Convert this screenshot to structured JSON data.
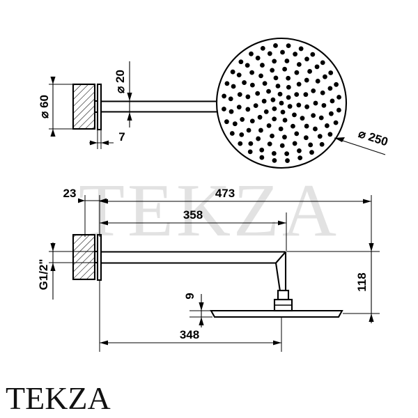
{
  "drawing": {
    "title": "Shower arm and round rain shower head technical drawing",
    "brand_watermark": "TEKZA",
    "brand_logo": "TEKZA",
    "line_color": "#000000",
    "watermark_color": "#e2e2e2",
    "background": "#ffffff"
  },
  "views": {
    "top": {
      "name": "top-view",
      "description": "Plan view: wall flange, straight arm, round shower head"
    },
    "side": {
      "name": "side-view",
      "description": "Elevation view: wall flange, arm with elbow, ball joint, flat disc head"
    }
  },
  "dimensions": {
    "top_view": [
      {
        "id": "dia60",
        "label": "60",
        "prefix": "⌀",
        "text": "⌀ 60",
        "orientation": "vertical",
        "measures": "wall flange diameter"
      },
      {
        "id": "dia20",
        "label": "20",
        "prefix": "⌀",
        "text": "⌀ 20",
        "orientation": "vertical",
        "measures": "arm tube diameter"
      },
      {
        "id": "len7",
        "label": "7",
        "prefix": "",
        "text": "7",
        "orientation": "horizontal",
        "measures": "escutcheon plate thickness"
      },
      {
        "id": "dia250",
        "label": "250",
        "prefix": "⌀",
        "text": "⌀ 250",
        "orientation": "leader",
        "measures": "shower head diameter"
      }
    ],
    "side_view": [
      {
        "id": "len23",
        "label": "23",
        "prefix": "",
        "text": "23",
        "orientation": "horizontal",
        "measures": "wall flange projection"
      },
      {
        "id": "len473",
        "label": "473",
        "prefix": "",
        "text": "473",
        "orientation": "horizontal",
        "measures": "overall length from wall"
      },
      {
        "id": "len358",
        "label": "358",
        "prefix": "",
        "text": "358",
        "orientation": "horizontal",
        "measures": "length to elbow"
      },
      {
        "id": "len348",
        "label": "348",
        "prefix": "",
        "text": "348",
        "orientation": "horizontal",
        "measures": "length to head centre"
      },
      {
        "id": "len118",
        "label": "118",
        "prefix": "",
        "text": "118",
        "orientation": "vertical",
        "measures": "drop height from arm to head face"
      },
      {
        "id": "len9",
        "label": "9",
        "prefix": "",
        "text": "9",
        "orientation": "vertical",
        "measures": "shower head plate thickness"
      },
      {
        "id": "thread",
        "label": "G1/2\"",
        "prefix": "",
        "text": "G1/2\"",
        "orientation": "vertical",
        "measures": "inlet thread size"
      }
    ]
  },
  "shower_head": {
    "nozzle_count": 121,
    "nozzle_color": "#000000",
    "outline_color": "#000000"
  }
}
